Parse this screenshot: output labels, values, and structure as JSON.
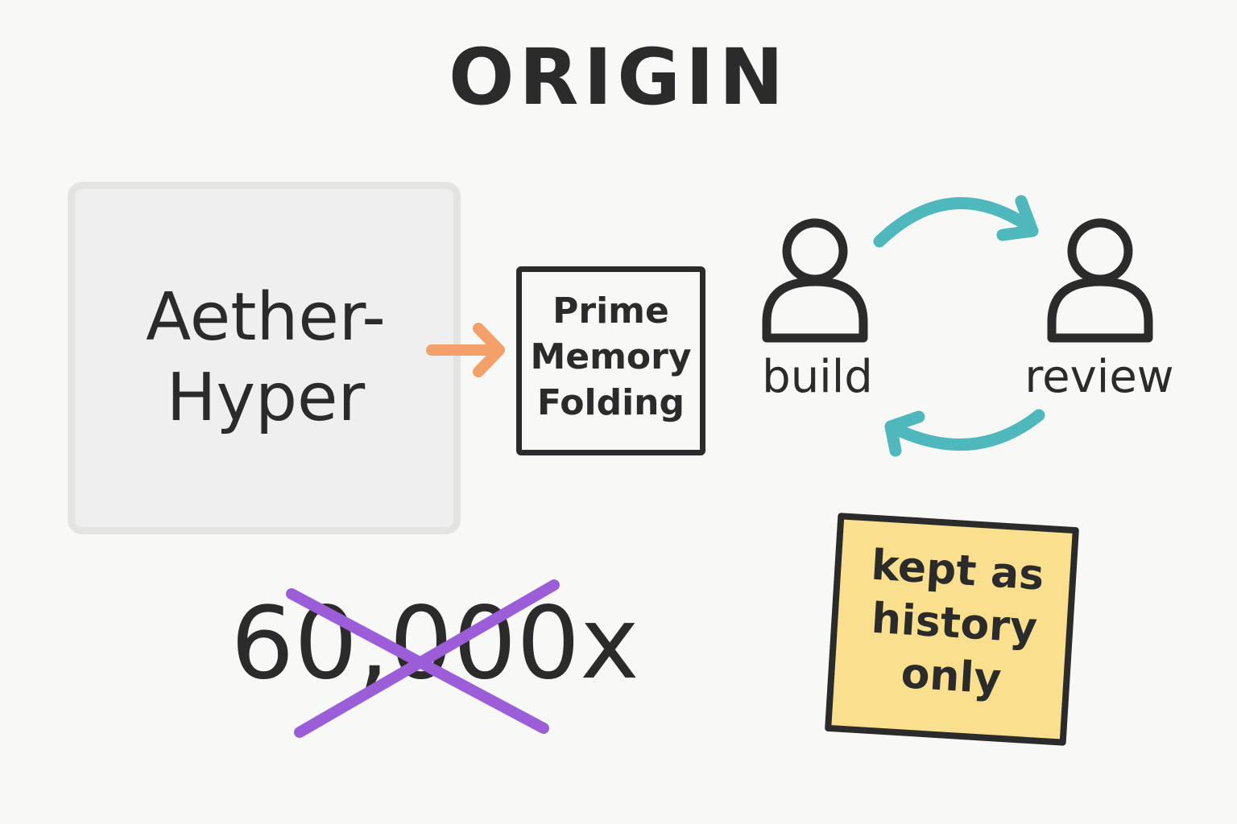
{
  "title": "ORIGIN",
  "source_box": {
    "line1": "Aether-",
    "line2": "Hyper"
  },
  "target_box": {
    "line1": "Prime",
    "line2": "Memory",
    "line3": "Folding"
  },
  "cycle": {
    "left_label": "build",
    "right_label": "review"
  },
  "struck_figure": "60,000x",
  "sticky_note": {
    "line1": "kept as",
    "line2": "history",
    "line3": "only"
  },
  "colors": {
    "ink": "#2b2b2b",
    "arrow_orange": "#f4a06a",
    "cycle_teal": "#4fb8bc",
    "strike_purple": "#9b5ed8",
    "sticky_yellow": "#fae08e",
    "grey_box": "#efefef"
  },
  "icons": {
    "left_person": "person-icon",
    "right_person": "person-icon"
  }
}
